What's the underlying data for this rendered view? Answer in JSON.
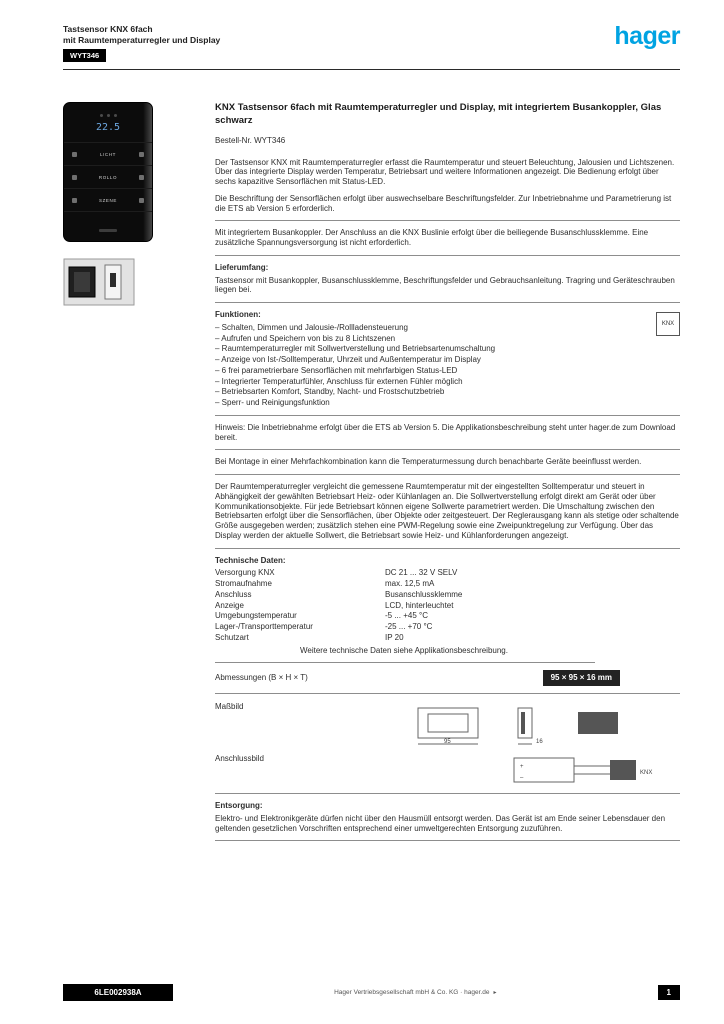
{
  "header": {
    "title_line1": "Tastsensor KNX 6fach",
    "title_line2": "mit Raumtemperaturregler und Display",
    "badge": "WYT346",
    "logo": "hager"
  },
  "device": {
    "display": "22.5",
    "row_labels": [
      "LICHT",
      "ROLLO",
      "SZENE"
    ]
  },
  "main": {
    "title": "KNX Tastsensor 6fach mit Raumtemperaturregler und Display, mit integriertem Busankoppler, Glas schwarz",
    "subtitle": "Bestell-Nr. WYT346",
    "intro": {
      "p1": "Der Tastsensor KNX mit Raumtemperaturregler erfasst die Raumtemperatur und steuert Beleuchtung, Jalousien und Lichtszenen. Über das integrierte Display werden Temperatur, Betriebsart und weitere Informationen angezeigt. Die Bedienung erfolgt über sechs kapazitive Sensorflächen mit Status-LED.",
      "p2": "Die Beschriftung der Sensorflächen erfolgt über auswechselbare Beschriftungsfelder. Zur Inbetriebnahme und Parametrierung ist die ETS ab Version 5 erforderlich."
    },
    "scope": "Mit integriertem Busankoppler. Der Anschluss an die KNX Buslinie erfolgt über die beiliegende Busanschlussklemme. Eine zusätzliche Spannungsversorgung ist nicht erforderlich.",
    "delivery": {
      "heading": "Lieferumfang:",
      "text": "Tastsensor mit Busankoppler, Busanschlussklemme, Beschriftungsfelder und Gebrauchsanleitung. Tragring und Geräteschrauben liegen bei."
    },
    "functions": {
      "heading": "Funktionen:",
      "pictogram": "KNX",
      "items": [
        "Schalten, Dimmen und Jalousie-/Rollladensteuerung",
        "Aufrufen und Speichern von bis zu 8 Lichtszenen",
        "Raumtemperaturregler mit Sollwertverstellung und Betriebsartenumschaltung",
        "Anzeige von Ist-/Solltemperatur, Uhrzeit und Außentemperatur im Display",
        "6 frei parametrierbare Sensorflächen mit mehrfarbigen Status-LED",
        "Integrierter Temperaturfühler, Anschluss für externen Fühler möglich",
        "Betriebsarten Komfort, Standby, Nacht- und Frostschutzbetrieb",
        "Sperr- und Reinigungsfunktion"
      ]
    },
    "note1": "Hinweis: Die Inbetriebnahme erfolgt über die ETS ab Version 5. Die Applikationsbeschreibung steht unter hager.de zum Download bereit.",
    "note2": "Bei Montage in einer Mehrfachkombination kann die Temperaturmessung durch benachbarte Geräte beeinflusst werden.",
    "controller": "Der Raumtemperaturregler vergleicht die gemessene Raumtemperatur mit der eingestellten Solltemperatur und steuert in Abhängigkeit der gewählten Betriebsart Heiz- oder Kühlanlagen an. Die Sollwertverstellung erfolgt direkt am Gerät oder über Kommunikationsobjekte. Für jede Betriebsart können eigene Sollwerte parametriert werden. Die Umschaltung zwischen den Betriebsarten erfolgt über die Sensorflächen, über Objekte oder zeitgesteuert. Der Reglerausgang kann als stetige oder schaltende Größe ausgegeben werden; zusätzlich stehen eine PWM-Regelung sowie eine Zweipunktregelung zur Verfügung. Über das Display werden der aktuelle Sollwert, die Betriebsart sowie Heiz- und Kühlanforderungen angezeigt.",
    "tech": {
      "heading": "Technische Daten:",
      "rows": [
        {
          "label": "Versorgung KNX",
          "value": "DC 21 ... 32 V SELV"
        },
        {
          "label": "Stromaufnahme",
          "value": "max. 12,5 mA"
        },
        {
          "label": "Anschluss",
          "value": "Busanschlussklemme"
        },
        {
          "label": "Anzeige",
          "value": "LCD, hinterleuchtet"
        },
        {
          "label": "Umgebungstemperatur",
          "value": "-5 ... +45 °C"
        },
        {
          "label": "Lager-/Transporttemperatur",
          "value": "-25 ... +70 °C"
        },
        {
          "label": "Schutzart",
          "value": "IP 20"
        }
      ],
      "note": "Weitere technische Daten siehe Applikationsbeschreibung."
    },
    "dimensions": {
      "label": "Abmessungen (B × H × T)",
      "value": "95 × 95 × 16 mm"
    },
    "drawings": {
      "dim_label": "Maßbild",
      "conn_label": "Anschlussbild",
      "dim_a": "95",
      "dim_b": "16",
      "conn_bus": "KNX",
      "conn_plus": "+",
      "conn_minus": "–"
    },
    "disposal": {
      "heading": "Entsorgung:",
      "text": "Elektro- und Elektronikgeräte dürfen nicht über den Hausmüll entsorgt werden. Das Gerät ist am Ende seiner Lebensdauer den geltenden gesetzlichen Vorschriften entsprechend einer umweltgerechten Entsorgung zuzuführen."
    }
  },
  "footer": {
    "doc_ref": "6LE002938A",
    "center": "Hager Vertriebsgesellschaft mbH & Co. KG · hager.de",
    "page": "1"
  }
}
